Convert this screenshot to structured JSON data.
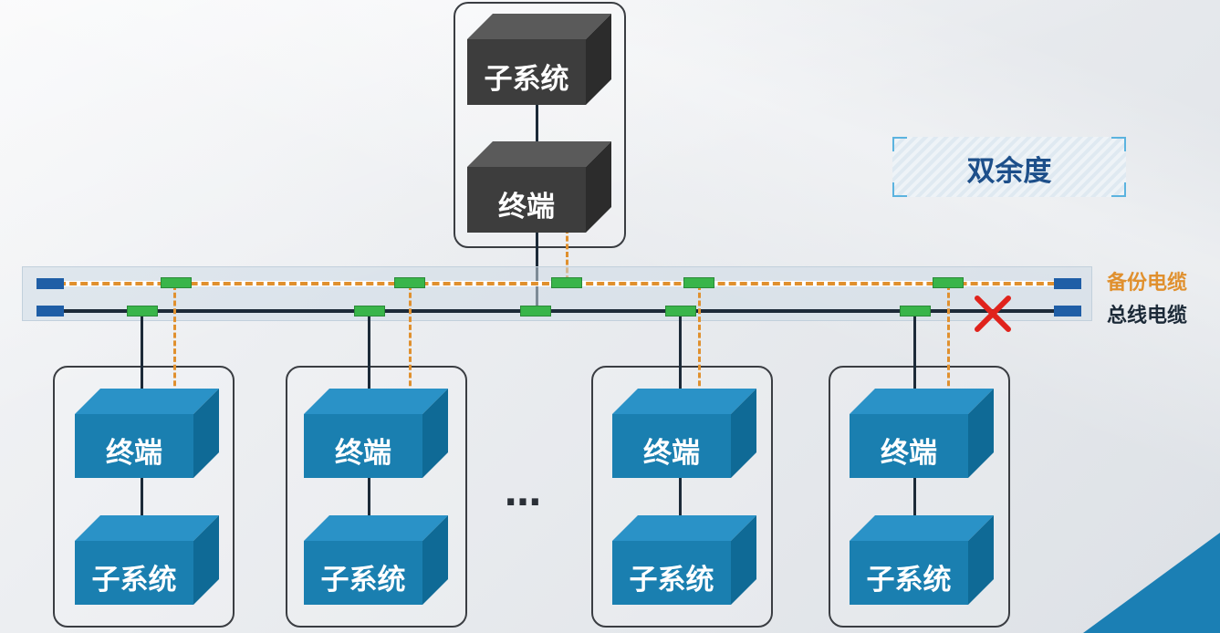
{
  "diagram": {
    "top_group": {
      "subsystem_label": "子系统",
      "terminal_label": "终端",
      "color": "#3d3d3d"
    },
    "bottom_groups": [
      {
        "terminal_label": "终端",
        "subsystem_label": "子系统"
      },
      {
        "terminal_label": "终端",
        "subsystem_label": "子系统"
      },
      {
        "terminal_label": "终端",
        "subsystem_label": "子系统"
      },
      {
        "terminal_label": "终端",
        "subsystem_label": "子系统"
      }
    ],
    "bottom_cube_color": "#1a7fb0",
    "ellipsis": "…",
    "redundancy_callout": "双余度",
    "legend": {
      "backup_cable": "备份电缆",
      "bus_cable": "总线电缆",
      "backup_color": "#e0902e",
      "bus_color": "#1c2a38"
    },
    "fault_marker": "cross-icon",
    "fault_color": "#e0231c",
    "coupler_color": "#39b54a"
  }
}
